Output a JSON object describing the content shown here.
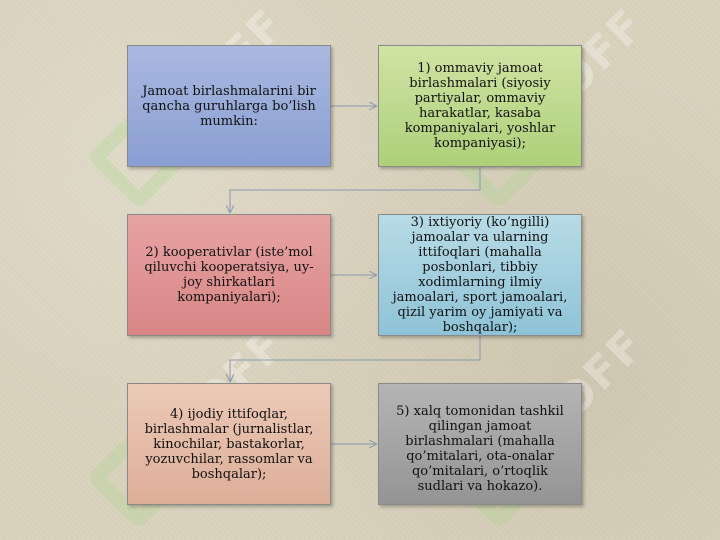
{
  "watermark": "SOFF",
  "boxes": {
    "intro": "Jamoat birlashmalarini bir qancha guruhlarga bo’lish mumkin:",
    "item1": "1) ommaviy jamoat birlashmalari (siyosiy partiyalar, ommaviy harakatlar, kasaba kompaniyalari, yoshlar kompaniyasi);",
    "item2": "2) kooperativlar (iste’mol qiluvchi kooperatsiya, uy-joy shirkatlari kompaniyalari);",
    "item3": "3) ixtiyoriy (ko’ngilli) jamoalar va ularning ittifoqlari (mahalla posbonlari, tibbiy xodimlarning ilmiy jamoalari, sport jamoalari, qizil yarim oy jamiyati va boshqalar);",
    "item4": "4) ijodiy ittifoqlar, birlashmalar (jurnalistlar, kinochilar, bastakorlar, yozuvchilar, rassomlar va boshqalar);",
    "item5": "5) xalq tomonidan tashkil qilingan jamoat birlashmalari (mahalla qo’mitalari, ota-onalar qo’mitalari, o’rtoqlik sudlari va hokazo)."
  },
  "colors": {
    "line": "#8899b0"
  }
}
